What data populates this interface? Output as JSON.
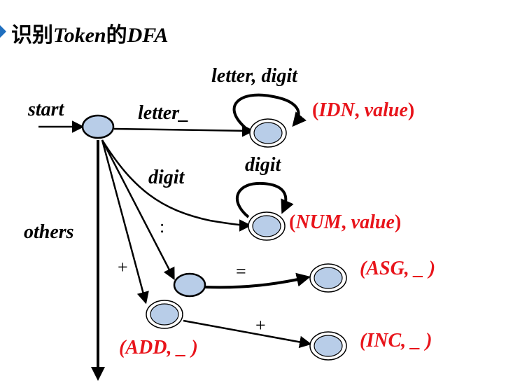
{
  "title": {
    "part1": "识别",
    "part2": "Token",
    "part3": "的",
    "part4": "DFA"
  },
  "colors": {
    "state_fill": "#b8cde8",
    "state_stroke": "#000000",
    "token_text": "#e8141b",
    "bullet": "#1f6fbf"
  },
  "labels": {
    "start": "start",
    "letter_underscore": "letter_",
    "letter_digit": "letter, digit",
    "digit_loop": "digit",
    "digit_edge": "digit",
    "colon": ":",
    "equals": "=",
    "plus_left": "+",
    "plus_right": "+",
    "others": "others"
  },
  "tokens": {
    "idn": {
      "open": "(",
      "name": "IDN",
      "sep": ", ",
      "value": "value",
      "close": ")"
    },
    "num": {
      "open": "(",
      "name": "NUM",
      "sep": ", ",
      "value": "value",
      "close": ")"
    },
    "asg": {
      "text": "(ASG, _ )"
    },
    "inc": {
      "text": "(INC, _ )"
    },
    "add": {
      "text": "(ADD, _ )"
    }
  }
}
